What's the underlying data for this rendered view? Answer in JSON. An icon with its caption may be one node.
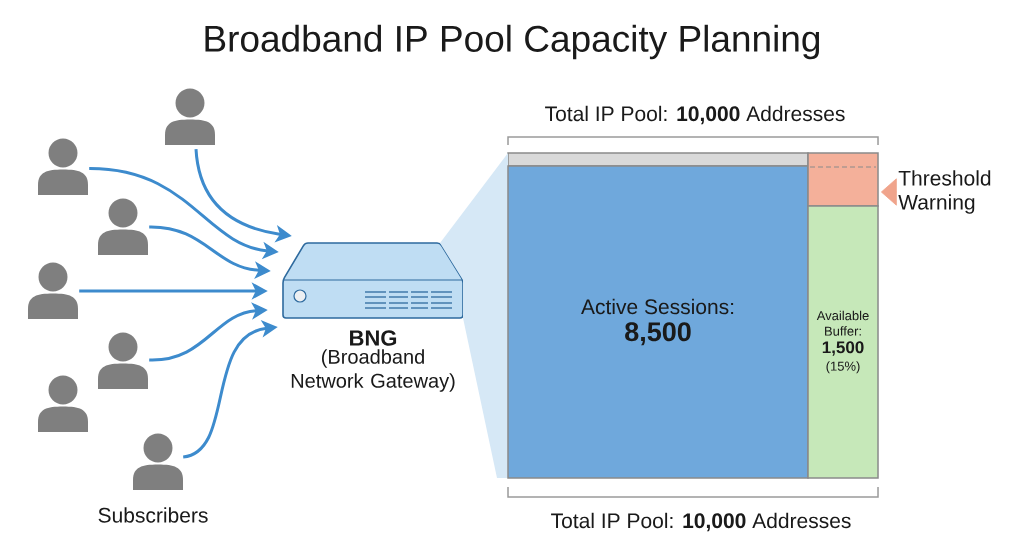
{
  "diagram": {
    "title": "Broadband IP Pool Capacity Planning",
    "nodes": [
      {
        "text": [],
        "shape": "person"
      },
      {
        "text": [],
        "shape": "person"
      },
      {
        "text": [],
        "shape": "person"
      },
      {
        "text": [],
        "shape": "person"
      },
      {
        "text": [],
        "shape": "person"
      },
      {
        "text": [],
        "shape": "person"
      },
      {
        "text": [],
        "shape": "person"
      },
      {
        "text": [
          "BNG",
          "(Broadband Network Gateway)"
        ]
      },
      {
        "text": [],
        "shape": "wedge"
      },
      {
        "text": [
          "Active Sessions:",
          "8,500"
        ]
      },
      {
        "text": [],
        "shape": "box"
      },
      {
        "text": [
          "Available Buffer:",
          "1,500",
          "(15%)"
        ]
      },
      {
        "text": [
          "Threshold Warning"
        ]
      }
    ],
    "edges": [
      {
        "from": 0,
        "to": 7,
        "arrow": "to"
      },
      {
        "from": 1,
        "to": 7,
        "arrow": "to"
      },
      {
        "from": 2,
        "to": 7,
        "arrow": "to"
      },
      {
        "from": 3,
        "to": 7,
        "arrow": "to"
      },
      {
        "from": 4,
        "to": 7,
        "arrow": "to"
      },
      {
        "from": 6,
        "to": 7,
        "arrow": "to"
      },
      {
        "from": 12,
        "to": 10,
        "arrow": "to",
        "color": "#f0a48c"
      }
    ],
    "labels": [
      "Total IP Pool: **10,000** Addresses",
      "Subscribers",
      "Total IP Pool: **10,000** Addresses"
    ]
  }
}
